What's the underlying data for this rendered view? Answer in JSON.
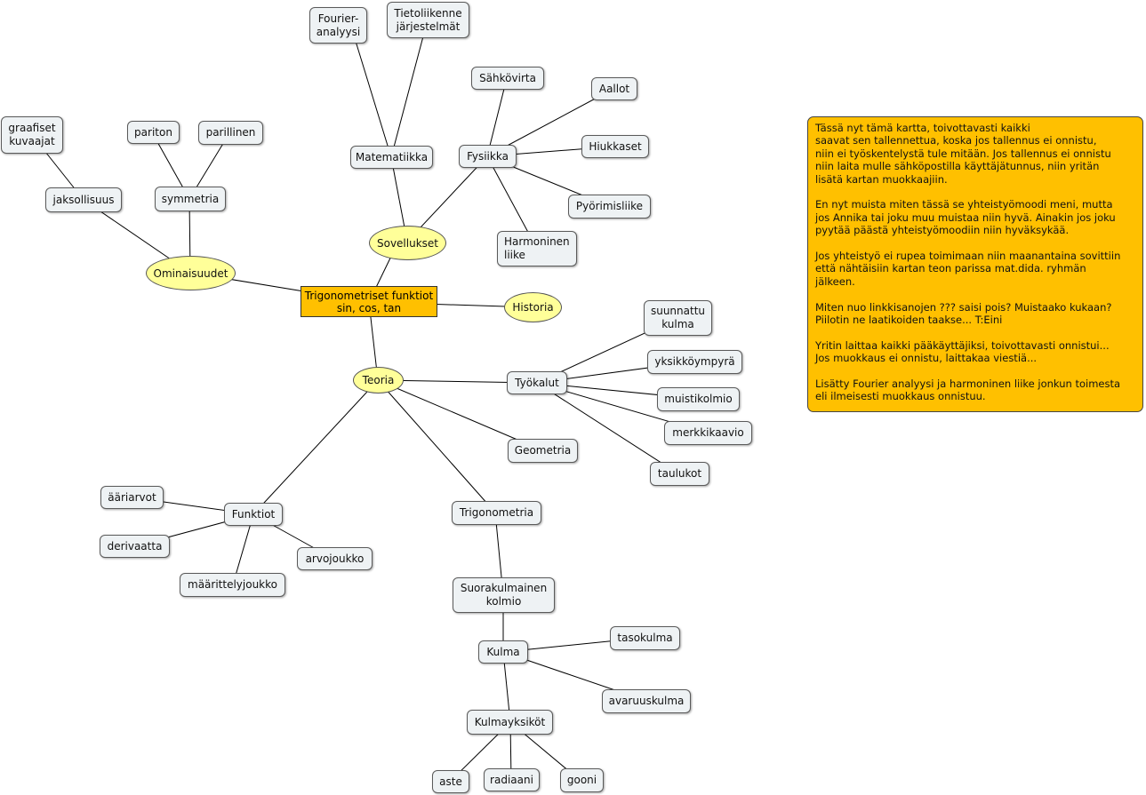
{
  "central": "Trigonometriset funktiot\nsin, cos, tan",
  "topics": {
    "sovellukset": "Sovellukset",
    "ominaisuudet": "Ominaisuudet",
    "historia": "Historia",
    "teoria": "Teoria"
  },
  "nodes": {
    "matematiikka": "Matematiikka",
    "fourier": "Fourier-\nanalyysi",
    "tietoliikenne": "Tietoliikenne\njärjestelmät",
    "fysiikka": "Fysiikka",
    "sahkovirta": "Sähkövirta",
    "aallot": "Aallot",
    "hiukkaset": "Hiukkaset",
    "pyorimisliike": "Pyörimisliike",
    "harmoninen": "Harmoninen\nliike",
    "jaksollisuus": "jaksollisuus",
    "graafiset": "graafiset\nkuvaajat",
    "symmetria": "symmetria",
    "pariton": "pariton",
    "parillinen": "parillinen",
    "tyokalut": "Työkalut",
    "suunnattu": "suunnattu\nkulma",
    "yksikkoympyra": "yksikköympyrä",
    "muistikolmio": "muistikolmio",
    "merkkikaavio": "merkkikaavio",
    "taulukot": "taulukot",
    "geometria": "Geometria",
    "trigonometria": "Trigonometria",
    "suorakulmainen": "Suorakulmainen\nkolmio",
    "kulma": "Kulma",
    "tasokulma": "tasokulma",
    "avaruuskulma": "avaruuskulma",
    "kulmayksikot": "Kulmayksiköt",
    "aste": "aste",
    "radiaani": "radiaani",
    "gooni": "gooni",
    "funktiot": "Funktiot",
    "aariarvot": "ääriarvot",
    "derivaatta": "derivaatta",
    "maarittelyjoukko": "määrittelyjoukko",
    "arvojoukko": "arvojoukko"
  },
  "note": {
    "paragraphs": [
      "Tässä nyt tämä kartta, toivottavasti kaikki\nsaavat sen tallennettua, koska jos tallennus ei onnistu,\nniin ei työskentelystä tule mitään. Jos tallennus ei onnistu\nniin laita mulle sähköpostilla käyttäjätunnus, niin yritän\nlisätä kartan muokkaajiin.",
      "En nyt muista miten tässä se yhteistyömoodi meni, mutta\njos Annika tai joku muu muistaa niin hyvä. Ainakin jos joku\npyytää päästä yhteistyömoodiin niin hyväksykää.",
      "Jos yhteistyö ei rupea toimimaan niin maanantaina sovittiin\nettä nähtäisiin kartan teon parissa mat.dida. ryhmän\njälkeen.",
      "Miten nuo linkkisanojen ??? saisi pois? Muistaako kukaan?\nPiilotin ne laatikoiden taakse... T:Eini",
      "Yritin laittaa kaikki pääkäyttäjiksi, toivottavasti onnistui...\nJos muokkaus ei onnistu, laittakaa viestiä...",
      "Lisätty Fourier analyysi ja harmoninen liike jonkun toimesta\neli ilmeisesti muokkaus onnistuu."
    ]
  }
}
